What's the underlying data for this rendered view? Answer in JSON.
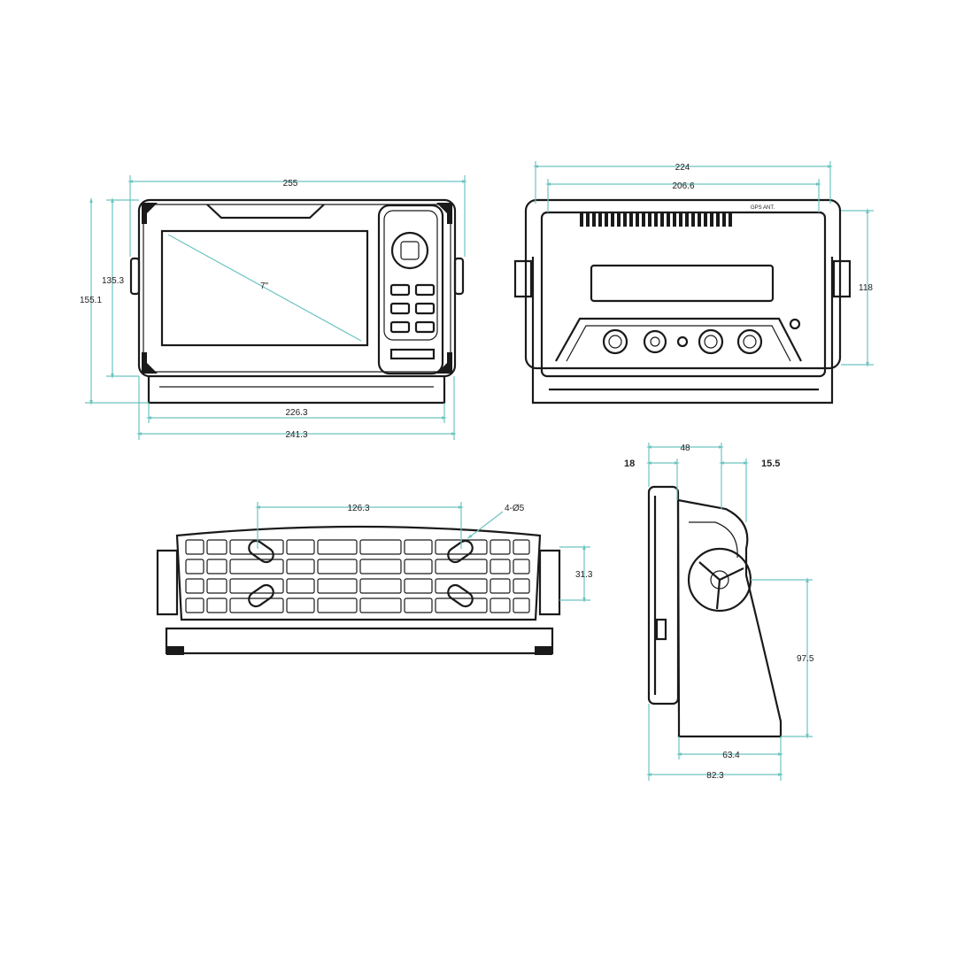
{
  "colors": {
    "dimension": "#6cc4c0",
    "outline": "#1a1a1a"
  },
  "front_view": {
    "width": "255",
    "screen_height": "135.3",
    "height": "155.1",
    "screen_size": "7\"",
    "base_inner": "226.3",
    "base_outer": "241.3"
  },
  "back_view": {
    "width": "224",
    "inner_width": "206.6",
    "height": "118",
    "gps_label": "GPS ANT."
  },
  "bottom_view": {
    "hole_spacing": "126.3",
    "holes": "4-Ø5",
    "bracket_depth": "31.3"
  },
  "side_view": {
    "front_depth": "18",
    "bracket_offset": "48",
    "knob_offset": "15.5",
    "bracket_height": "97.5",
    "base_depth": "63.4",
    "total_depth": "82.3"
  }
}
